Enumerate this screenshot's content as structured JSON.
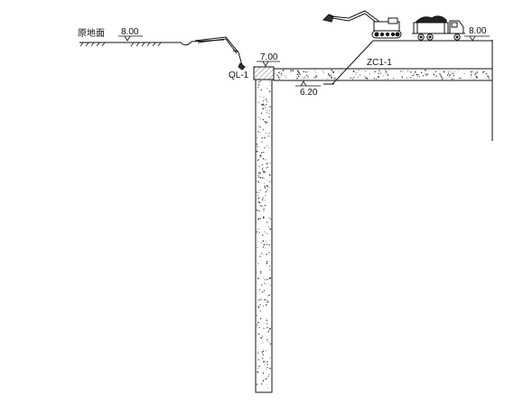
{
  "diagram": {
    "labels": {
      "original_ground": "原地面",
      "original_ground_elev": "8.00",
      "right_ground_elev": "8.00",
      "beam_label": "QL-1",
      "beam_top_elev": "7.00",
      "slab_label": "ZC1-1",
      "slab_bottom_elev": "6.20"
    },
    "icons": {
      "left_machine": "long-arm-excavator-icon",
      "right_excavator": "excavator-icon",
      "truck": "dump-truck-icon"
    },
    "colors": {
      "line": "#111111",
      "hatch": "#555555",
      "concrete_dot": "#333333",
      "truck_load": "#222222"
    }
  }
}
